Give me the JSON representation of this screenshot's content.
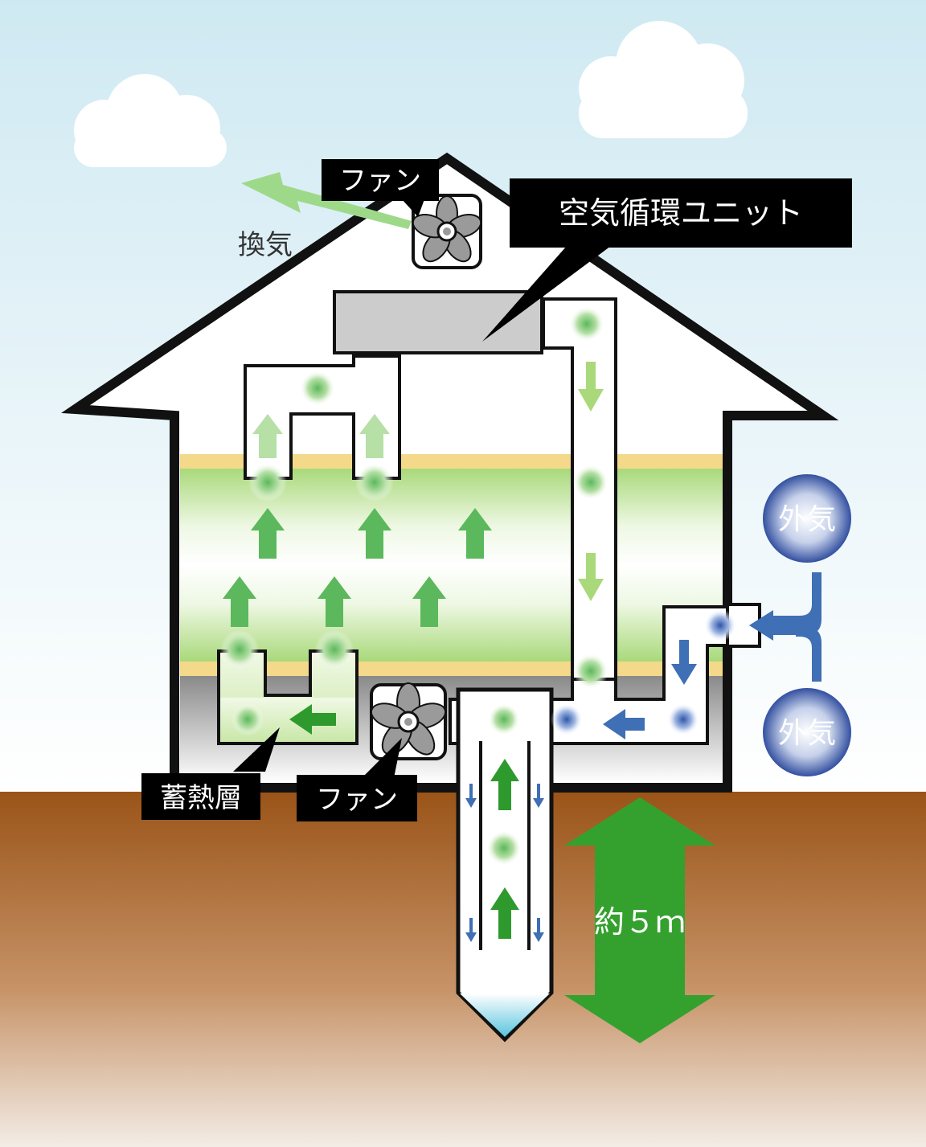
{
  "labels": {
    "fan_top": "ファン",
    "fan_bottom": "ファン",
    "air_unit": "空気循環ユニット",
    "exhaust": "換気",
    "outside_air_top": "外気",
    "outside_air_bottom": "外気",
    "heat_layer": "蓄熱層",
    "depth": "約５ｍ"
  },
  "colors": {
    "sky_top": "#cfe9f2",
    "ground_top": "#9a5418",
    "ground_bottom": "#f0e6dc",
    "outline": "#111111",
    "green_arrow": "#5cb85c",
    "dark_green_arrow": "#2e9a2e",
    "blue_arrow": "#3f6fb5",
    "label_bg": "#000000",
    "label_text": "#ffffff",
    "floor_band": "#f5d98a",
    "unit_gray": "#cccccc"
  },
  "icons": {
    "fan": "fan-icon",
    "cloud": "cloud-icon",
    "arrow": "arrow-icon",
    "air_particle": "air-particle-icon"
  }
}
